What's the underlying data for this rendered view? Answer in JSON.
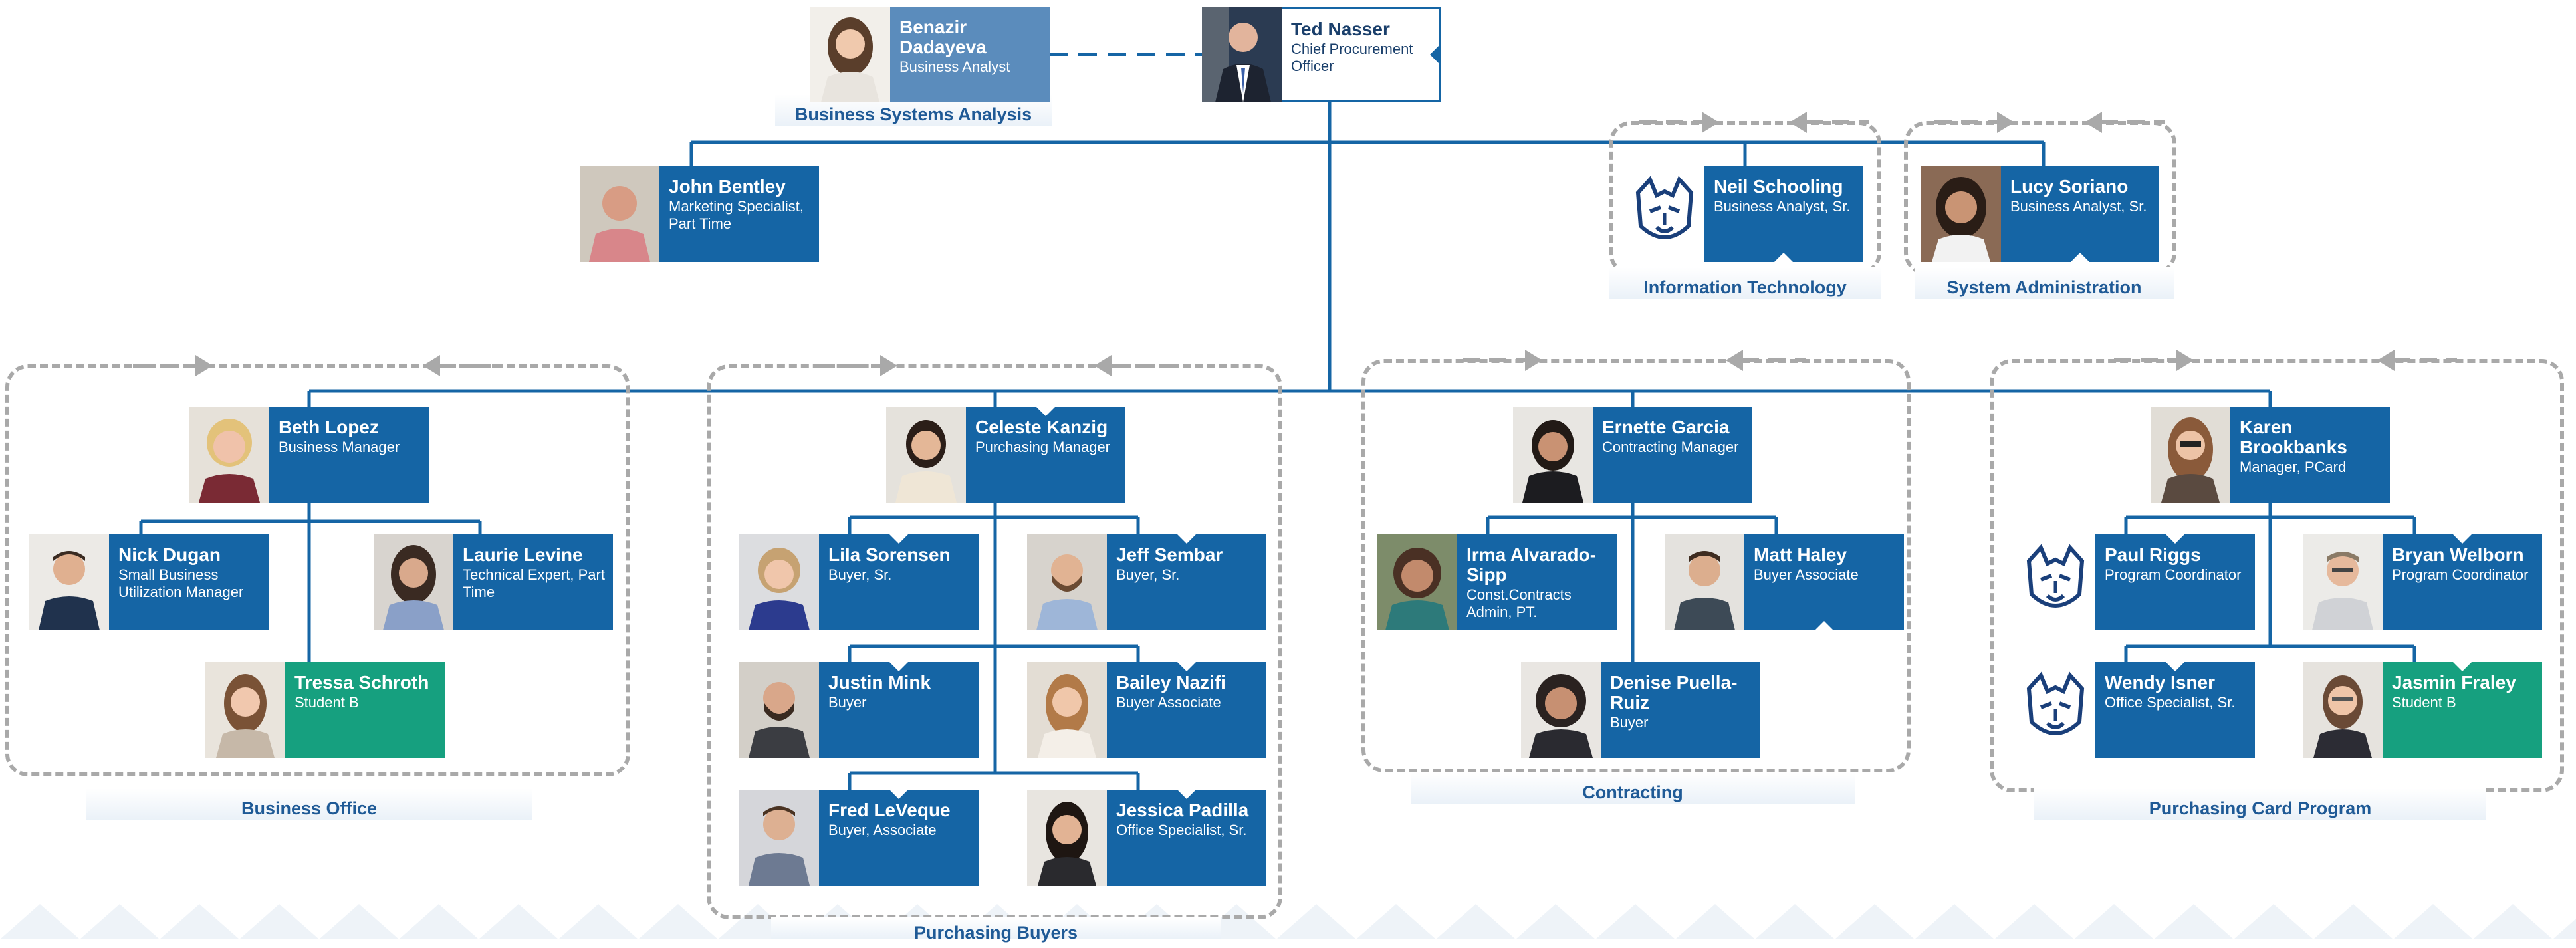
{
  "people": {
    "ted": {
      "name": "Ted Nasser",
      "title": "Chief Procurement Officer"
    },
    "benazir": {
      "name": "Benazir Dadayeva",
      "title": "Business Analyst"
    },
    "john": {
      "name": "John Bentley",
      "title": "Marketing Specialist, Part Time"
    },
    "neil": {
      "name": "Neil Schooling",
      "title": "Business Analyst, Sr."
    },
    "lucy": {
      "name": "Lucy Soriano",
      "title": "Business Analyst, Sr."
    },
    "beth": {
      "name": "Beth Lopez",
      "title": "Business Manager"
    },
    "nick": {
      "name": "Nick Dugan",
      "title": "Small Business Utilization Manager"
    },
    "laurie": {
      "name": "Laurie Levine",
      "title": "Technical Expert, Part Time"
    },
    "tressa": {
      "name": "Tressa Schroth",
      "title": "Student B"
    },
    "celeste": {
      "name": "Celeste Kanzig",
      "title": "Purchasing Manager"
    },
    "lila": {
      "name": "Lila Sorensen",
      "title": "Buyer, Sr."
    },
    "jeff": {
      "name": "Jeff Sembar",
      "title": "Buyer, Sr."
    },
    "justin": {
      "name": "Justin Mink",
      "title": "Buyer"
    },
    "bailey": {
      "name": "Bailey Nazifi",
      "title": "Buyer Associate"
    },
    "fred": {
      "name": "Fred LeVeque",
      "title": "Buyer, Associate"
    },
    "jessica": {
      "name": "Jessica Padilla",
      "title": "Office Specialist, Sr."
    },
    "ernette": {
      "name": "Ernette Garcia",
      "title": "Contracting Manager"
    },
    "irma": {
      "name": "Irma Alvarado-Sipp",
      "title": "Const.Contracts Admin, PT."
    },
    "matt": {
      "name": "Matt Haley",
      "title": "Buyer Associate"
    },
    "denise": {
      "name": "Denise Puella-Ruiz",
      "title": "Buyer"
    },
    "karen": {
      "name": "Karen Brookbanks",
      "title": "Manager, PCard"
    },
    "paul": {
      "name": "Paul Riggs",
      "title": "Program Coordinator"
    },
    "bryan": {
      "name": "Bryan Welborn",
      "title": "Program Coordinator"
    },
    "wendy": {
      "name": "Wendy Isner",
      "title": "Office Specialist, Sr."
    },
    "jasmin": {
      "name": "Jasmin Fraley",
      "title": "Student B"
    }
  },
  "groups": {
    "business_systems": "Business Systems Analysis",
    "information_technology": "Information Technology",
    "system_administration": "System Administration",
    "business_office": "Business Office",
    "purchasing_buyers": "Purchasing Buyers",
    "contracting": "Contracting",
    "pcard": "Purchasing Card Program"
  },
  "colors": {
    "card_blue": "#1565a5",
    "card_green": "#16a07f",
    "card_light": "#5b8cbc",
    "connector": "#1565a5",
    "dashed_frame": "#a9a9a9"
  },
  "icons": {
    "mascot": "wildcat-logo-icon"
  }
}
